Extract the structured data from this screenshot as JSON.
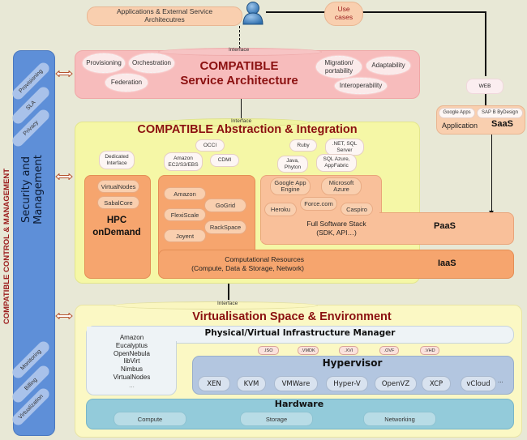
{
  "top": {
    "applications_label": "Applications & External Service Architecutres",
    "user_icon": "user-icon",
    "use_cases_label": "Use cases"
  },
  "interface_label": "Interface",
  "side": {
    "vertical_title": "COMPATIBLE CONTROL & MANAGEMENT",
    "panel_title": "Security and Management",
    "top_items": [
      "Provisioning",
      "SLA",
      "Privacy"
    ],
    "bottom_items": [
      "Monitoring",
      "Billing",
      "Virtualization"
    ]
  },
  "service_architecture": {
    "title_line1": "COMPATIBLE",
    "title_line2": "Service Architecture",
    "left_clouds": [
      "Provisioning",
      "Orchestration",
      "Federation"
    ],
    "right_clouds": [
      "Migration/ portability",
      "Adaptability",
      "Interoperability"
    ]
  },
  "saas": {
    "web_label": "WEB",
    "apps": [
      "Google Apps",
      "SAP B ByDesign"
    ],
    "application_label": "Application",
    "layer_label": "SaaS"
  },
  "abstraction": {
    "title": "COMPATIBLE Abstraction & Integration",
    "interfaces": [
      "Dedicated Interface",
      "Amazon EC2/S3/EBS",
      "OCCI",
      "CDMI"
    ],
    "languages": [
      "Ruby",
      ".NET, SQL Server",
      "Java, Phyton",
      "SQL Azure, AppFabric"
    ],
    "hpc": {
      "items": [
        "VirtualNodes",
        "SabalCore"
      ],
      "title_line1": "HPC",
      "title_line2": "onDemand"
    },
    "iaas": {
      "providers": [
        "Amazon",
        "GoGrid",
        "FlexiScale",
        "RackSpace",
        "Joyent"
      ],
      "desc_line1": "Computational Resources",
      "desc_line2": "(Compute, Data & Storage, Network)",
      "layer_label": "IaaS"
    },
    "paas": {
      "providers": [
        "Google App Engine",
        "Microsoft Azure",
        "Heroku",
        "Force.com",
        "Caspiro"
      ],
      "desc_line1": "Full Software Stack",
      "desc_line2": "(SDK, API…)",
      "layer_label": "PaaS"
    }
  },
  "virtualisation": {
    "title": "Virtualisation Space & Environment",
    "manager_title": "Physical/Virtual Infrastructure Manager",
    "manager_list": [
      "Amazon",
      "Eucalyptus",
      "OpenNebula",
      "libVirt",
      "Nimbus",
      "VirtualNodes",
      "..."
    ],
    "formats": [
      ".ISO",
      ".VMDK",
      ".XVI",
      ".OVF",
      ".VHD"
    ],
    "hypervisor_title": "Hypervisor",
    "hypervisors": [
      "XEN",
      "KVM",
      "VMWare",
      "Hyper-V",
      "OpenVZ",
      "XCP",
      "vCloud"
    ],
    "hypervisor_more": "...",
    "hardware_title": "Hardware",
    "hardware_items": [
      "Compute",
      "Storage",
      "Networking"
    ]
  }
}
